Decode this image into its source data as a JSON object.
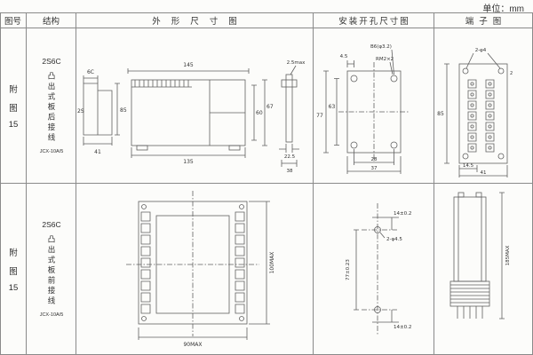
{
  "unit_label": "单位：mm",
  "headers": {
    "fig_no": "图号",
    "structure": "结构",
    "outline": "外形尺寸图",
    "mounting": "安装开孔尺寸图",
    "terminal": "端子图"
  },
  "rows": [
    {
      "fig": {
        "a": "附",
        "b": "图",
        "c": "15"
      },
      "structure": {
        "model": "2S6C",
        "desc": "凸出式板后接线",
        "code": "JCX-10A/5"
      },
      "outline": {
        "a_top": "6C",
        "a_left": "2S",
        "a_right": "85",
        "a_bottom": "41",
        "b_top": "145",
        "b_bottom": "135",
        "b_right": "67",
        "b_inner": "60",
        "c_top": "2.5max",
        "c_d1": "22.5",
        "c_d2": "38"
      },
      "mounting": {
        "offset": "4.5",
        "hole": "B6(φ3.2)",
        "thread": "RM2×2",
        "h_outer": "77",
        "h_inner": "63",
        "w_inner": "28",
        "w_outer": "37"
      },
      "terminal": {
        "holes": "2-φ4",
        "num": "2",
        "height": "85",
        "b1": "14.5",
        "b2": "41"
      }
    },
    {
      "fig": {
        "a": "附",
        "b": "图",
        "c": "15"
      },
      "structure": {
        "model": "2S6C",
        "desc": "凸出式板前接线",
        "code": "JCX-10A/5"
      },
      "outline": {
        "height": "100MAX",
        "width": "90MAX"
      },
      "mounting": {
        "top": "14±0.2",
        "holes": "2-φ4.5",
        "h": "77±0.23",
        "bottom": "14±0.2"
      },
      "terminal": {
        "height": "185MAX"
      }
    }
  ]
}
